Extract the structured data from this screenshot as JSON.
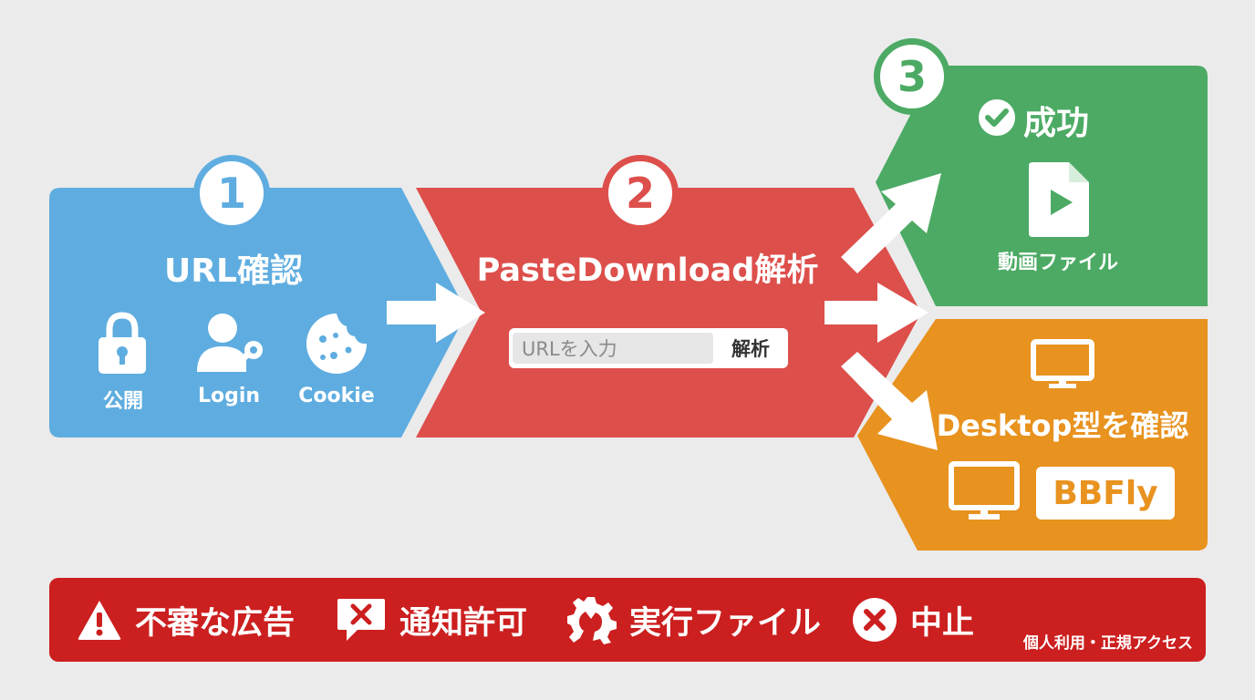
{
  "steps": [
    {
      "number": "1",
      "title": "URL確認",
      "color": "#5fade0",
      "items": [
        {
          "icon": "lock-icon",
          "label": "公開"
        },
        {
          "icon": "user-key-icon",
          "label": "Login"
        },
        {
          "icon": "cookie-icon",
          "label": "Cookie"
        }
      ]
    },
    {
      "number": "2",
      "title": "PasteDownload解析",
      "color": "#dd4f4b",
      "input": {
        "placeholder": "URLを入力",
        "button": "解析"
      }
    },
    {
      "number": "3",
      "color": "#4caa64",
      "success": {
        "icon": "check-circle-icon",
        "title": "成功",
        "file_icon": "video-file-icon",
        "file_label": "動画ファイル"
      }
    }
  ],
  "desktop": {
    "color": "#e8921f",
    "icon": "monitor-icon",
    "title": "Desktop型を確認",
    "app_label": "BBFly"
  },
  "warnings": {
    "color": "#cc1f1f",
    "items": [
      {
        "icon": "warning-triangle-icon",
        "label": "不審な広告"
      },
      {
        "icon": "chat-x-icon",
        "label": "通知許可"
      },
      {
        "icon": "broken-gear-icon",
        "label": "実行ファイル"
      },
      {
        "icon": "x-circle-icon",
        "label": "中止"
      }
    ],
    "footnote": "個人利用・正規アクセス"
  }
}
